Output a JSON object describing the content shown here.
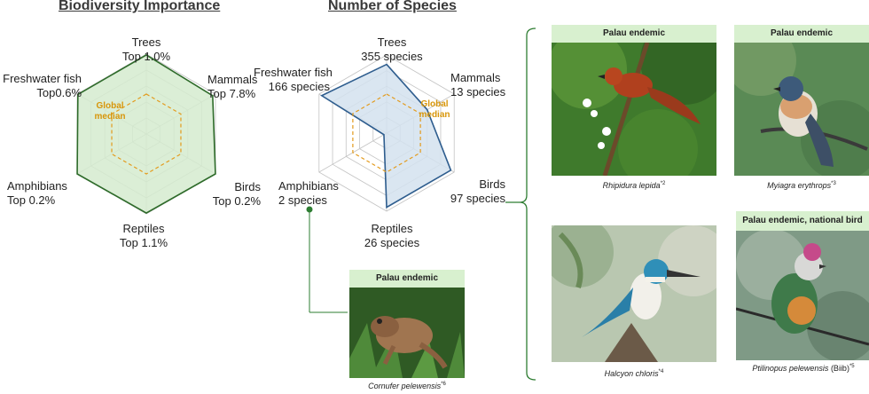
{
  "titles": {
    "importance": "Biodiversity Importance",
    "species": "Number of Species"
  },
  "chart_data": [
    {
      "type": "radar",
      "title": "Biodiversity Importance",
      "axes": [
        "Trees",
        "Mammals",
        "Birds",
        "Reptiles",
        "Amphibians",
        "Freshwater fish"
      ],
      "value_labels": [
        "Top 1.0%",
        "Top 7.8%",
        "Top 0.2%",
        "Top 1.1%",
        "Top 0.2%",
        "Top0.6%"
      ],
      "series": [
        {
          "values_percent_of_max": [
            99,
            96,
            100,
            99,
            100,
            99
          ]
        }
      ],
      "reference": {
        "label": "Global median",
        "values_percent_of_max": [
          50,
          50,
          50,
          50,
          50,
          50
        ]
      },
      "colors": {
        "fill": "#d5ebcf",
        "line": "#2e6b2a",
        "reference": "#e39a1b"
      }
    },
    {
      "type": "radar",
      "title": "Number of Species",
      "axes": [
        "Trees",
        "Mammals",
        "Birds",
        "Reptiles",
        "Amphibians",
        "Freshwater fish"
      ],
      "value_labels": [
        "355 species",
        "13 species",
        "97 species",
        "26 species",
        "2 species",
        "166 species"
      ],
      "series": [
        {
          "values_percent_of_max": [
            88,
            60,
            95,
            95,
            4,
            96
          ]
        }
      ],
      "reference": {
        "label": "Global median",
        "values_percent_of_max": [
          50,
          50,
          50,
          50,
          50,
          50
        ]
      },
      "colors": {
        "fill": "#d3e2ee",
        "line": "#2e5d8e",
        "reference": "#e39a1b"
      }
    }
  ],
  "photos": [
    {
      "banner": "Palau endemic",
      "caption": "Rhipidura lepida",
      "note": "*2"
    },
    {
      "banner": "Palau endemic",
      "caption": "Myiagra erythrops",
      "note": "*3"
    },
    {
      "banner": "",
      "caption": "Halcyon chloris",
      "note": "*4"
    },
    {
      "banner": "Palau endemic, national bird",
      "caption": "Ptilinopus pelewensis",
      "caption_plain": " (Biib)",
      "note": "*5"
    },
    {
      "banner": "Palau endemic",
      "caption": "Cornufer pelewensis",
      "note": "*6"
    }
  ],
  "colors": {
    "bracket": "#2e7d32",
    "accent": "#d8960a"
  }
}
